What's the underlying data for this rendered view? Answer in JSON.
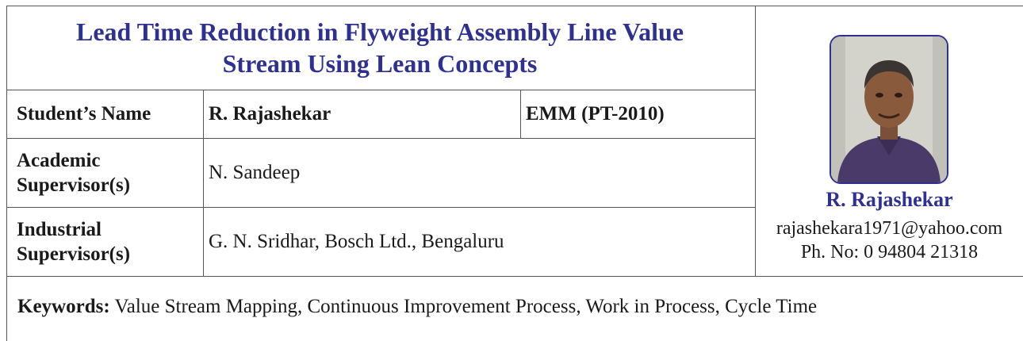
{
  "title": {
    "line1": "Lead Time Reduction in Flyweight Assembly Line Value",
    "line2": "Stream Using Lean Concepts"
  },
  "rows": {
    "student": {
      "label": "Student’s Name",
      "name": "R. Rajashekar",
      "program": "EMM (PT-2010)"
    },
    "academic": {
      "label_line1": "Academic",
      "label_line2": "Supervisor(s)",
      "value": "N. Sandeep"
    },
    "industrial": {
      "label_line1": "Industrial",
      "label_line2": "Supervisor(s)",
      "value": "G. N. Sridhar, Bosch Ltd., Bengaluru"
    }
  },
  "profile": {
    "name": "R. Rajashekar",
    "email": "rajashekara1971@yahoo.com",
    "phone": "Ph. No: 0 94804 21318"
  },
  "keywords": {
    "label": "Keywords:",
    "text": "Value Stream Mapping, Continuous Improvement Process, Work in Process, Cycle Time"
  },
  "colors": {
    "accent": "#2e3192",
    "text": "#1a1a1a",
    "border": "#555555"
  }
}
